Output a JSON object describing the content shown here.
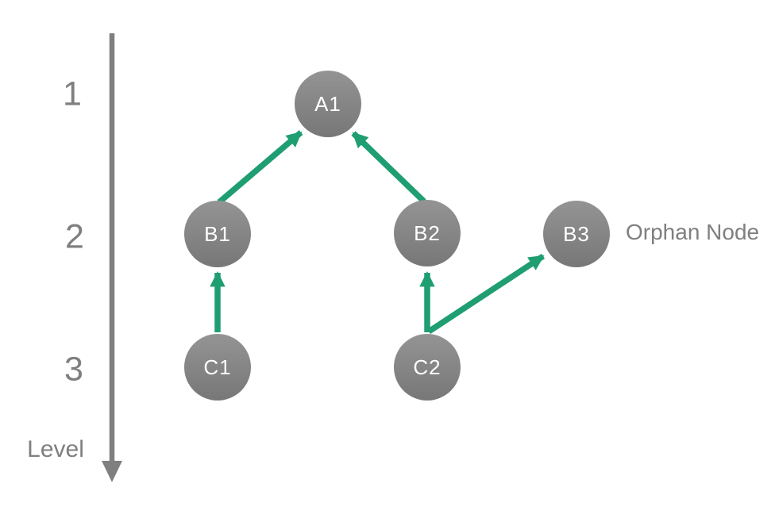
{
  "diagram": {
    "colors": {
      "background": "#ffffff",
      "edge": "#1f9e72",
      "axis": "#7f7f7f",
      "label_text": "#7f7f7f",
      "node_top": "#949494",
      "node_bottom": "#777777",
      "node_text": "#ffffff"
    },
    "axis": {
      "title": "Level",
      "ticks": [
        "1",
        "2",
        "3"
      ]
    },
    "nodes": [
      {
        "id": "A1",
        "label": "A1",
        "level": "1"
      },
      {
        "id": "B1",
        "label": "B1",
        "level": "2"
      },
      {
        "id": "B2",
        "label": "B2",
        "level": "2"
      },
      {
        "id": "B3",
        "label": "B3",
        "level": "2",
        "note": "Orphan Node"
      },
      {
        "id": "C1",
        "label": "C1",
        "level": "3"
      },
      {
        "id": "C2",
        "label": "C2",
        "level": "3"
      }
    ],
    "edges": [
      {
        "from": "C1",
        "to": "B1"
      },
      {
        "from": "B1",
        "to": "A1"
      },
      {
        "from": "C2",
        "to": "B2"
      },
      {
        "from": "B2",
        "to": "A1"
      },
      {
        "from": "C2",
        "to": "B3"
      }
    ],
    "orphan_label": "Orphan Node"
  }
}
